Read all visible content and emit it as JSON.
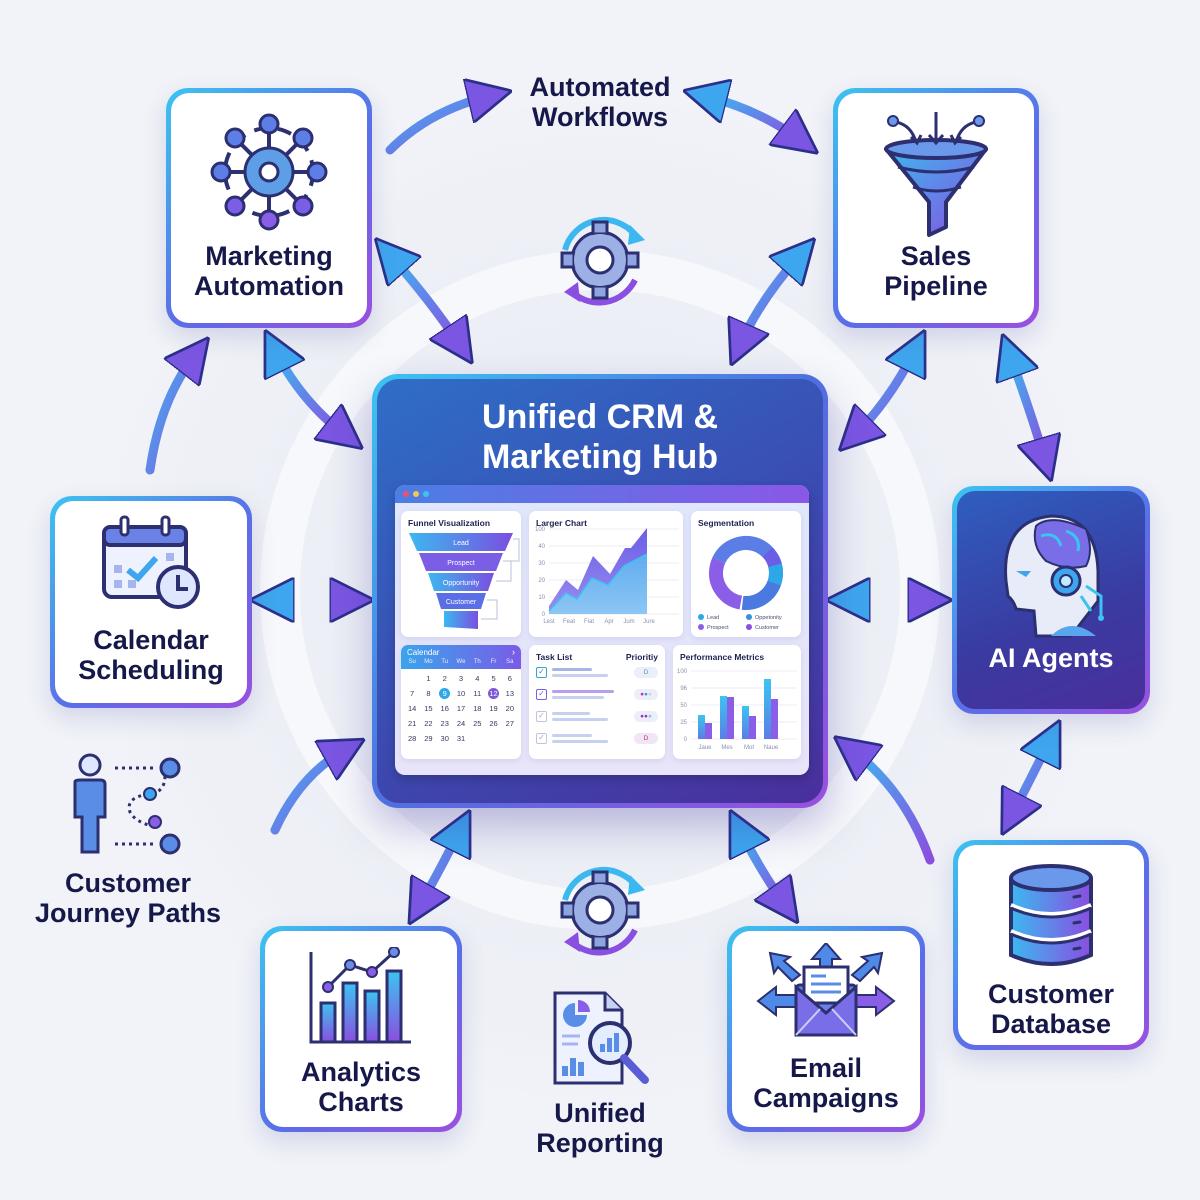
{
  "hub": {
    "title_line1": "Unified CRM &",
    "title_line2": "Marketing Hub",
    "dashboard": {
      "funnel": {
        "title": "Funnel Visualization",
        "stages": [
          "Lead",
          "Prospect",
          "Opportunity",
          "Customer"
        ]
      },
      "larger_chart": {
        "title": "Larger Chart",
        "y_ticks": [
          "100",
          "40",
          "30",
          "20",
          "10",
          "0"
        ],
        "x_labels": [
          "Lest",
          "Feat",
          "Fiat",
          "Apr",
          "Jum",
          "Jure"
        ]
      },
      "segmentation": {
        "title": "Segmentation",
        "legend": [
          "Lead",
          "Oppetonity",
          "Prospect",
          "Customer"
        ]
      },
      "calendar": {
        "title": "Calendar",
        "next": "›",
        "weekdays": [
          "Su",
          "Mo",
          "Tu",
          "We",
          "Th",
          "Fr",
          "Sa"
        ],
        "days": [
          "",
          "1",
          "2",
          "3",
          "4",
          "5",
          "6",
          "7",
          "8",
          "9",
          "10",
          "11",
          "12",
          "13",
          "14",
          "15",
          "16",
          "17",
          "18",
          "19",
          "20",
          "21",
          "22",
          "23",
          "24",
          "25",
          "26",
          "27",
          "28",
          "29",
          "30",
          "31"
        ],
        "selected": [
          "9",
          "12"
        ]
      },
      "task_list": {
        "title": "Task List",
        "priority_header": "Prioritiy",
        "priorities": [
          "D",
          "",
          "",
          "D"
        ]
      },
      "performance": {
        "title": "Performance Metrics",
        "y_ticks": [
          "100",
          "96",
          "50",
          "25",
          "0"
        ],
        "x_labels": [
          "Jaue",
          "Mes",
          "Mot",
          "Νaue"
        ]
      }
    }
  },
  "nodes": {
    "marketing_automation": {
      "line1": "Marketing",
      "line2": "Automation",
      "icon": "network-hub-icon"
    },
    "sales_pipeline": {
      "line1": "Sales",
      "line2": "Pipeline",
      "icon": "funnel-icon"
    },
    "calendar_scheduling": {
      "line1": "Calendar",
      "line2": "Scheduling",
      "icon": "calendar-clock-icon"
    },
    "ai_agents": {
      "line1": "AI Agents",
      "icon": "robot-head-icon"
    },
    "analytics_charts": {
      "line1": "Analytics",
      "line2": "Charts",
      "icon": "bar-chart-icon"
    },
    "email_campaigns": {
      "line1": "Email",
      "line2": "Campaigns",
      "icon": "email-broadcast-icon"
    },
    "customer_database": {
      "line1": "Customer",
      "line2": "Database",
      "icon": "database-icon"
    }
  },
  "free_labels": {
    "automated_workflows": {
      "line1": "Automated",
      "line2": "Workflows",
      "icon": "gear-cycle-icon"
    },
    "customer_journey": {
      "line1": "Customer",
      "line2": "Journey Paths",
      "icon": "journey-path-icon"
    },
    "unified_reporting": {
      "line1": "Unified",
      "line2": "Reporting",
      "icon": "report-magnifier-icon"
    }
  },
  "colors": {
    "accent_cyan": "#3cc4f0",
    "accent_blue": "#4f6fe0",
    "accent_purple": "#9b4fe0",
    "text_dark": "#16184a",
    "background": "#f1f3f8"
  }
}
